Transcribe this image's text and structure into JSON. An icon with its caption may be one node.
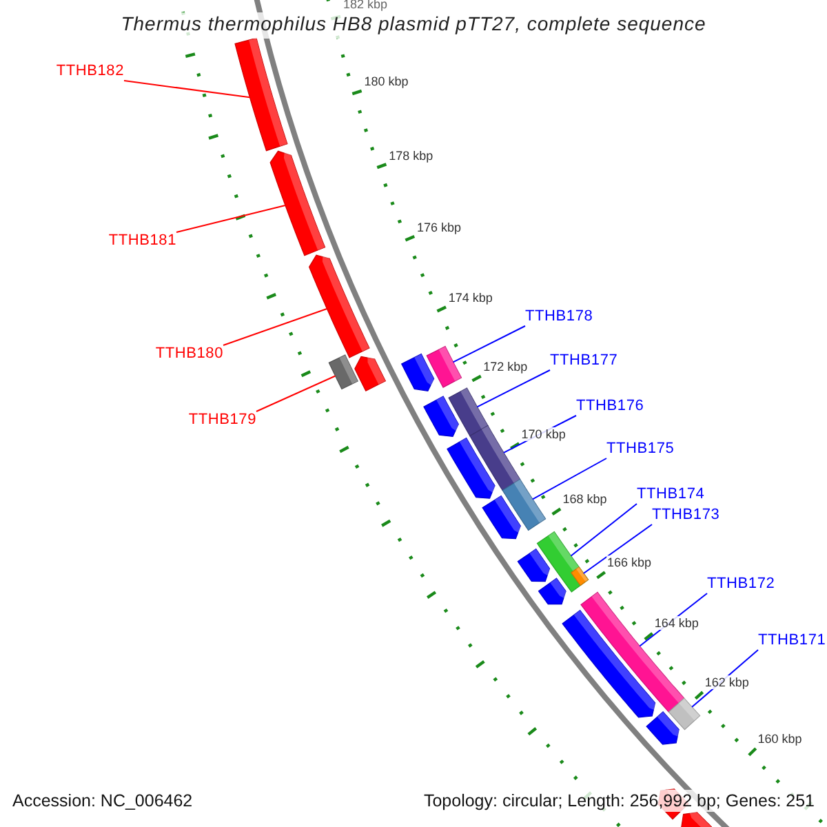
{
  "diagram": {
    "title": "Thermus thermophilus HB8 plasmid pTT27, complete sequence",
    "nodes": [
      {
        "text": [
          "TTHB182"
        ]
      },
      {
        "text": [
          "TTHB181"
        ]
      },
      {
        "text": [
          "TTHB180"
        ]
      },
      {
        "text": [
          "TTHB179"
        ]
      },
      {
        "text": [
          "TTHB178"
        ]
      },
      {
        "text": [
          "TTHB177"
        ]
      },
      {
        "text": [
          "TTHB176"
        ]
      },
      {
        "text": [
          "TTHB175"
        ]
      },
      {
        "text": [
          "TTHB174"
        ]
      },
      {
        "text": [
          "TTHB173"
        ]
      },
      {
        "text": [
          "TTHB172"
        ]
      },
      {
        "text": [
          "TTHB171"
        ]
      },
      {
        "text": [],
        "shape": "box"
      },
      {
        "text": [],
        "shape": "pentagon"
      },
      {
        "text": [],
        "shape": "pentagon"
      },
      {
        "text": [],
        "shape": "pentagon"
      },
      {
        "text": [],
        "shape": "box"
      },
      {
        "text": [],
        "shape": "pentagon"
      },
      {
        "text": [],
        "shape": "pentagon"
      },
      {
        "text": [],
        "shape": "pentagon"
      },
      {
        "text": [],
        "shape": "pentagon"
      },
      {
        "text": [],
        "shape": "pentagon"
      },
      {
        "text": [],
        "shape": "pentagon"
      },
      {
        "text": [],
        "shape": "pentagon"
      },
      {
        "text": [],
        "shape": "pentagon"
      },
      {
        "text": [],
        "shape": "pentagon"
      },
      {
        "text": [],
        "shape": "pentagon"
      },
      {
        "text": [],
        "shape": "box"
      },
      {
        "text": [],
        "shape": "box"
      },
      {
        "text": [],
        "shape": "box"
      },
      {
        "text": [],
        "shape": "box"
      },
      {
        "text": [],
        "shape": "box"
      },
      {
        "text": [],
        "shape": "box",
        "in": 31
      },
      {
        "text": [],
        "shape": "box"
      },
      {
        "text": [],
        "shape": "box"
      }
    ],
    "edges": [
      {
        "from": 0,
        "to": 12,
        "arrow": "none",
        "color": "#ff0000"
      },
      {
        "from": 1,
        "to": 13,
        "arrow": "none",
        "color": "#ff0000"
      },
      {
        "from": 2,
        "to": 14,
        "arrow": "none",
        "color": "#ff0000"
      },
      {
        "from": 3,
        "to": 16,
        "arrow": "none",
        "color": "#ff0000"
      },
      {
        "from": 4,
        "to": 27,
        "arrow": "none"
      },
      {
        "from": 5,
        "to": 28,
        "arrow": "none"
      },
      {
        "from": 6,
        "to": 29,
        "arrow": "none"
      },
      {
        "from": 7,
        "to": 30,
        "arrow": "none"
      },
      {
        "from": 8,
        "to": 31,
        "arrow": "none"
      },
      {
        "from": 9,
        "to": 32,
        "arrow": "none"
      },
      {
        "from": 10,
        "to": 33,
        "arrow": "none"
      },
      {
        "from": 11,
        "to": 34,
        "arrow": "none"
      }
    ],
    "labels": [
      "182 kbp",
      "180 kbp",
      "178 kbp",
      "176 kbp",
      "174 kbp",
      "172 kbp",
      "170 kbp",
      "168 kbp",
      "166 kbp",
      "164 kbp",
      "162 kbp",
      "160 kbp",
      "Accession: NC_006462",
      "Topology: circular; Length: 256,992 bp; Genes: 251"
    ]
  }
}
